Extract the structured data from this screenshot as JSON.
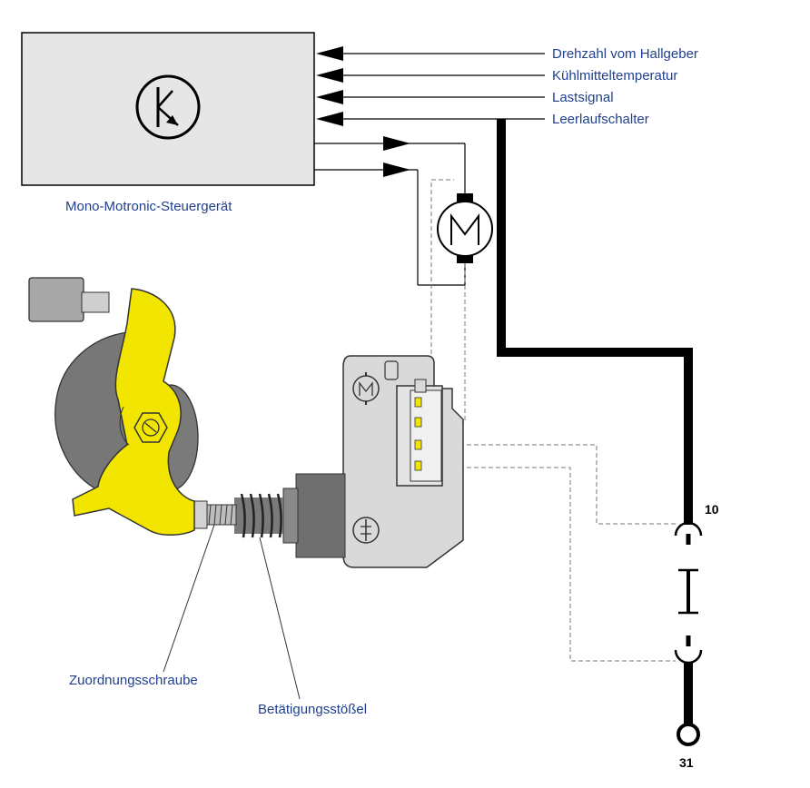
{
  "ecu": {
    "label": "Mono-Motronic-Steuergerät"
  },
  "inputs": [
    {
      "label": "Drehzahl vom Hallgeber"
    },
    {
      "label": "Kühlmitteltemperatur"
    },
    {
      "label": "Lastsignal"
    },
    {
      "label": "Leerlaufschalter"
    }
  ],
  "parts": {
    "adjust_screw": "Zuordnungsschraube",
    "plunger": "Betätigungsstößel"
  },
  "terminals": {
    "t10": "10",
    "t31": "31"
  },
  "colors": {
    "label": "#1f3f8f",
    "ecu_fill": "#e6e6e6",
    "lever": "#f2e600",
    "housing": "#d9d9d9",
    "dark": "#666666"
  }
}
